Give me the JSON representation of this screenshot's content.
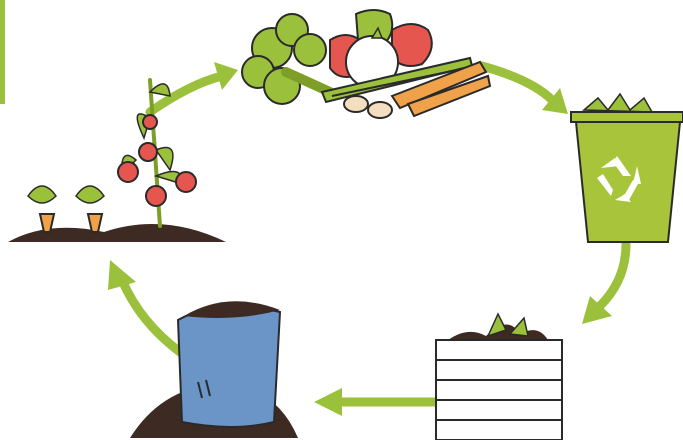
{
  "colors": {
    "accent": "#9bc13c",
    "accent_dark": "#7e9f27",
    "outline": "#2a2a2a",
    "soil": "#3d2a22",
    "sack": "#6b95c7",
    "tomato": "#e5564e",
    "carrot": "#f0a24a",
    "leaf": "#9bc13c",
    "bin": "#a8c43a",
    "white": "#ffffff"
  },
  "icons": {
    "recycle": "recycle-icon"
  },
  "stages": [
    {
      "id": "harvest",
      "icon": "vegetables-pile"
    },
    {
      "id": "disposal",
      "icon": "green-recycling-bin"
    },
    {
      "id": "composting",
      "icon": "compost-box"
    },
    {
      "id": "fertilizer",
      "icon": "compost-sack"
    },
    {
      "id": "growing",
      "icon": "garden-plants"
    }
  ],
  "cycle": [
    {
      "from": "growing",
      "to": "harvest"
    },
    {
      "from": "harvest",
      "to": "disposal"
    },
    {
      "from": "disposal",
      "to": "composting"
    },
    {
      "from": "composting",
      "to": "fertilizer"
    },
    {
      "from": "fertilizer",
      "to": "growing"
    }
  ]
}
